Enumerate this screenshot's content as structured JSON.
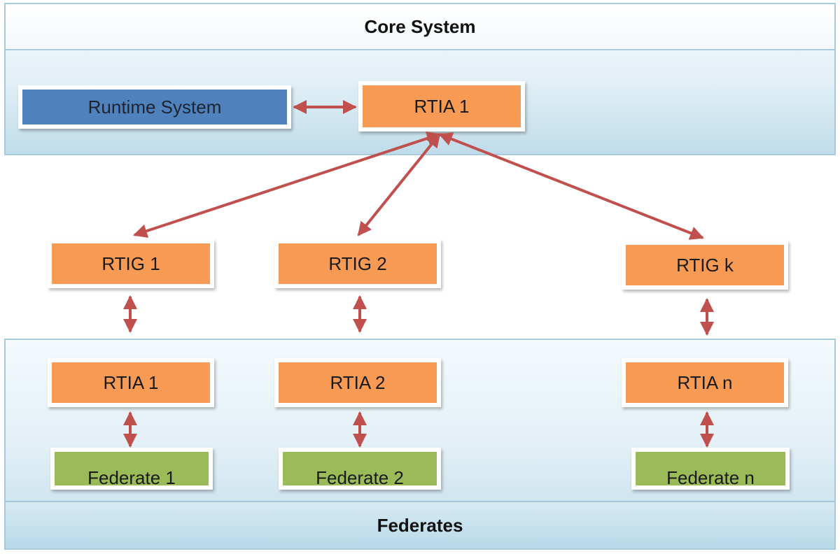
{
  "core_system": {
    "title": "Core System",
    "runtime_system": "Runtime System",
    "rtia": "RTIA 1"
  },
  "rtig": [
    "RTIG 1",
    "RTIG 2",
    "RTIG k"
  ],
  "federates_lane": {
    "title": "Federates",
    "rtia": [
      "RTIA 1",
      "RTIA 2",
      "RTIA n"
    ],
    "federates": [
      "Federate 1",
      "Federate 2",
      "Federate n"
    ]
  },
  "colors": {
    "arrow": "#c0504d",
    "orange_box": "#f79a53",
    "blue_box": "#4f81bd",
    "green_box": "#9bbb59",
    "lane_border": "#a9c9dc"
  }
}
